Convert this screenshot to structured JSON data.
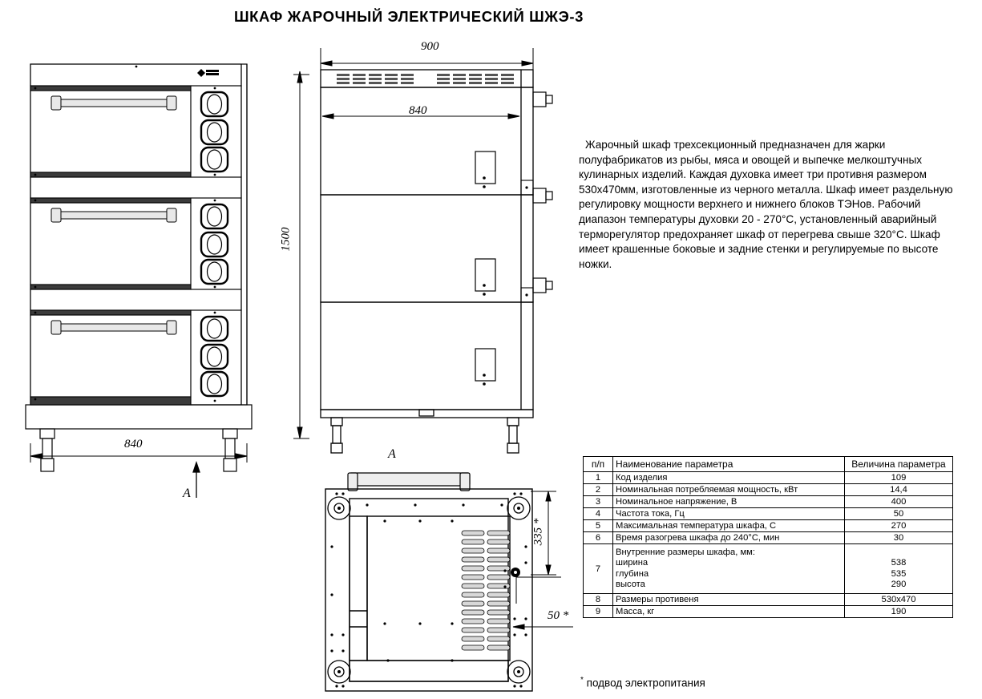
{
  "title": "ШКАФ ЖАРОЧНЫЙ ЭЛЕКТРИЧЕСКИЙ ШЖЭ-3",
  "description": "Жарочный шкаф трехсекционный предназначен для жарки полуфабрикатов из рыбы, мяса и овощей и выпечке мелкоштучных кулинарных изделий. Каждая духовка имеет три противня размером 530х470мм, изготовленные из черного металла. Шкаф имеет раздельную регулировку мощности верхнего и нижнего блоков ТЭНов. Рабочий диапазон температуры духовки 20 - 270°C, установленный аварийный терморегулятор предохраняет шкаф от перегрева свыше 320°C. Шкаф имеет крашенные боковые и задние стенки и регулируемые по высоте ножки.",
  "dimensions": {
    "front_width_outer": "900",
    "front_width_inner": "840",
    "total_height": "1500",
    "left_view_width": "840",
    "plan_height_offset": "335 *",
    "plan_edge_offset": "50 *",
    "section_marker_left": "A",
    "section_marker_plan": "A"
  },
  "table": {
    "headers": [
      "п/п",
      "Наименование параметра",
      "Величина параметра"
    ],
    "rows": [
      {
        "num": "1",
        "name": "Код изделия",
        "value": "109"
      },
      {
        "num": "2",
        "name": "Номинальная потребляемая мощность, кВт",
        "value": "14,4"
      },
      {
        "num": "3",
        "name": "Номинальное напряжение, В",
        "value": "400"
      },
      {
        "num": "4",
        "name": "Частота тока, Гц",
        "value": "50"
      },
      {
        "num": "5",
        "name": "Максимальная температура шкафа,  С",
        "value": "270"
      },
      {
        "num": "6",
        "name": "Время разогрева шкафа до 240°C, мин",
        "value": "30"
      },
      {
        "num": "7",
        "name": "Внутренние размеры шкафа, мм:\nширина\nглубина\nвысота",
        "value": "\n538\n535\n290",
        "multiline": true
      },
      {
        "num": "8",
        "name": "Размеры противеня",
        "value": "530х470"
      },
      {
        "num": "9",
        "name": "Масса, кг",
        "value": "190"
      }
    ]
  },
  "footnote": {
    "star": "*",
    "text": " подвод электропитания"
  },
  "views": {
    "left_elevation": "front-perspective-view",
    "front_elevation": "side-elevation-view",
    "plan": "bottom-plan-view"
  }
}
